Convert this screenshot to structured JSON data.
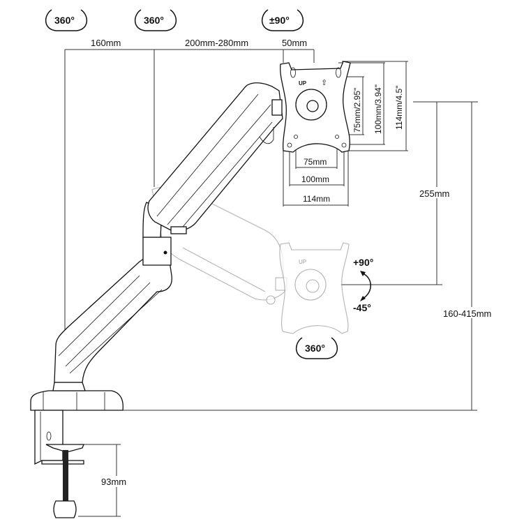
{
  "diagram": {
    "subject": "Gas spring monitor arm dimensions",
    "rotation_badges": {
      "base_joint": "360°",
      "elbow_joint": "360°",
      "head_tilt": "±90°",
      "head_rotate": "360°"
    },
    "tilt_indicator": {
      "up": "+90°",
      "down": "-45°"
    },
    "horizontal_dimensions": {
      "lower_arm": "160mm",
      "upper_arm": "200mm-280mm",
      "head_offset": "50mm"
    },
    "vesa_plate": {
      "up_label": "UP",
      "width_75": "75mm",
      "width_100": "100mm",
      "width_114": "114mm",
      "height_75": "75mm/2.95\"",
      "height_100": "100mm/3.94\"",
      "height_114": "114mm/4.5\""
    },
    "vertical_dimensions": {
      "vertical_travel": "255mm",
      "height_range": "160-415mm",
      "clamp_thickness": "93mm"
    }
  }
}
